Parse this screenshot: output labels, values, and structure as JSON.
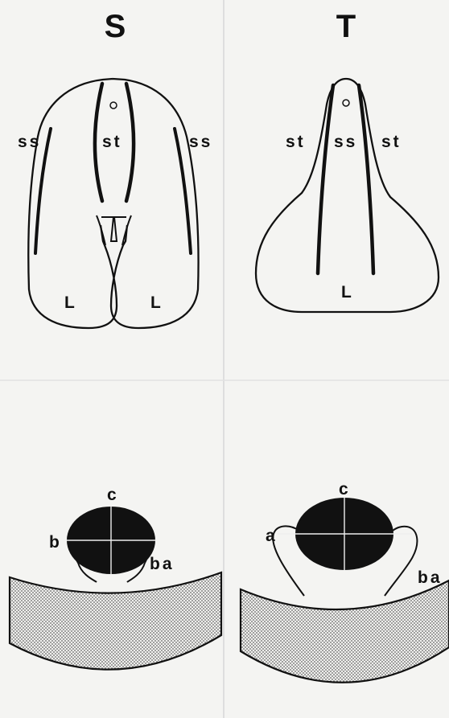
{
  "panels": {
    "left": {
      "heading": "S",
      "top": {
        "labels": [
          "ss",
          "st",
          "ss",
          "L",
          "L"
        ]
      },
      "bottom": {
        "labels": [
          "c",
          "b",
          "ba"
        ]
      }
    },
    "right": {
      "heading": "T",
      "top": {
        "labels": [
          "st",
          "ss",
          "st",
          "L"
        ]
      },
      "bottom": {
        "labels": [
          "c",
          "a",
          "ba"
        ]
      }
    }
  },
  "colors": {
    "paper": "#f4f4f2",
    "ink": "#111111",
    "stipple": "#777777"
  }
}
